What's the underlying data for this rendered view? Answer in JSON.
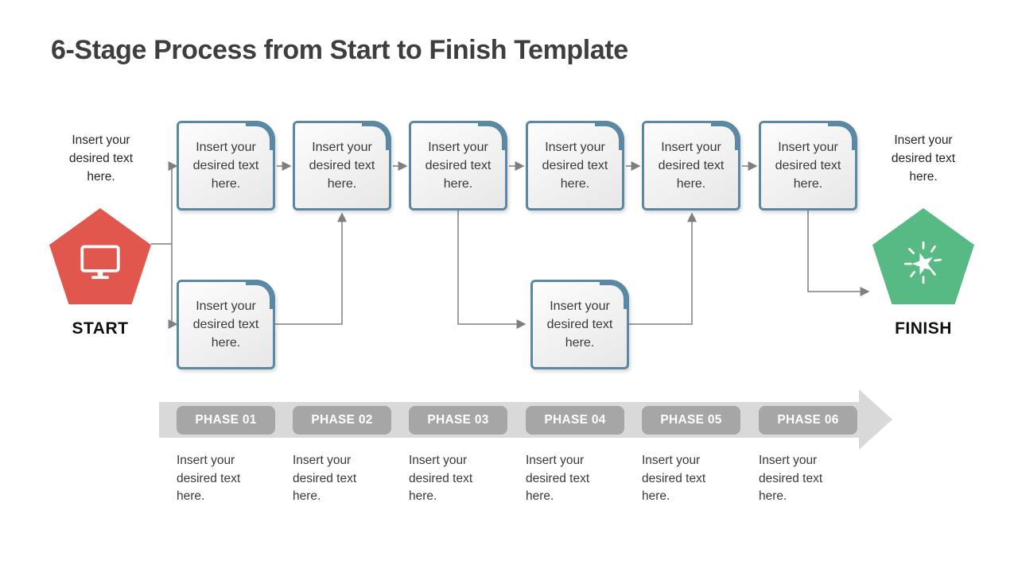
{
  "title": "6-Stage Process from Start to Finish Template",
  "start": {
    "label": "START",
    "caption": "Insert your desired text here.",
    "icon": "monitor-icon",
    "color": "#E2574D"
  },
  "finish": {
    "label": "FINISH",
    "caption": "Insert your desired text here.",
    "icon": "starburst-icon",
    "color": "#57BA84"
  },
  "stages": [
    {
      "text": "Insert your desired text here."
    },
    {
      "text": "Insert your desired text here."
    },
    {
      "text": "Insert your desired text here."
    },
    {
      "text": "Insert your desired text here."
    },
    {
      "text": "Insert your desired text here."
    },
    {
      "text": "Insert your desired text here."
    }
  ],
  "branch_boxes": [
    {
      "text": "Insert your desired text here."
    },
    {
      "text": "Insert your desired text here."
    }
  ],
  "phases": [
    {
      "label": "PHASE 01",
      "description": "Insert your desired text here."
    },
    {
      "label": "PHASE 02",
      "description": "Insert your desired text here."
    },
    {
      "label": "PHASE 03",
      "description": "Insert your desired text here."
    },
    {
      "label": "PHASE 04",
      "description": "Insert your desired text here."
    },
    {
      "label": "PHASE 05",
      "description": "Insert your desired text here."
    },
    {
      "label": "PHASE 06",
      "description": "Insert your desired text here."
    }
  ],
  "colors": {
    "start_red": "#E2574D",
    "finish_green": "#57BA84",
    "box_border": "#5B89A3",
    "phase_band": "#D9D9D9",
    "phase_pill": "#A6A6A6",
    "connector": "#7F7F7F",
    "title_text": "#3E3E3E",
    "body_text": "#3A3A3A"
  }
}
